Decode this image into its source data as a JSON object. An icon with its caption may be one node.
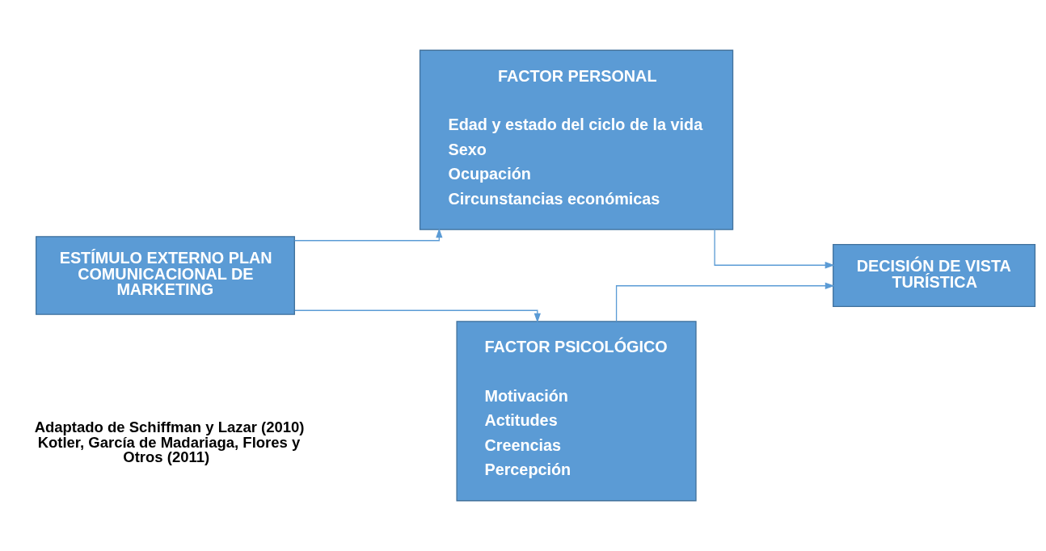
{
  "diagram": {
    "nodes": [
      {
        "text": [
          "ESTÍMULO EXTERNO PLAN COMUNICACIONAL DE MARKETING"
        ]
      },
      {
        "text": [
          "FACTOR PERSONAL",
          "Edad y estado del ciclo de la vida",
          "Sexo",
          "Ocupación",
          "Circunstancias económicas"
        ]
      },
      {
        "text": [
          "FACTOR PSICOLÓGICO",
          "Motivación",
          "Actitudes",
          "Creencias",
          "Percepción"
        ]
      },
      {
        "text": [
          "DECISIÓN DE VISTA TURÍSTICA"
        ]
      }
    ],
    "edges": [
      {
        "from": 0,
        "to": 1,
        "arrow": "to"
      },
      {
        "from": 0,
        "to": 2,
        "arrow": "to"
      },
      {
        "from": 1,
        "to": 3,
        "arrow": "to"
      },
      {
        "from": 2,
        "to": 3,
        "arrow": "to"
      }
    ],
    "labels": [
      "Adaptado de Schiffman y Lazar (2010) Kotler, García de Madariaga, Flores y Otros (2011)"
    ]
  }
}
